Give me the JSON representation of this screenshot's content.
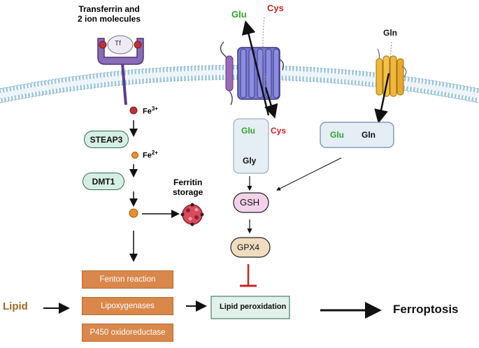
{
  "transferrin_label_line1": "Transferrin and",
  "transferrin_label_line2": "2 ion molecules",
  "tf_label": "Tf",
  "fe3_label": "Fe",
  "fe3_sup": "3+",
  "fe2_label": "Fe",
  "fe2_sup": "2+",
  "steap3_label": "STEAP3",
  "dmt1_label": "DMT1",
  "ferritin_label_line1": "Ferritin",
  "ferritin_label_line2": "storage",
  "glu_top_label": "Glu",
  "cys_top_label": "Cys",
  "gln_top_label": "Gln",
  "cell_glu_label": "Glu",
  "cell_cys_label": "Cys",
  "cell_gly_label": "Gly",
  "gln_box_glu": "Glu",
  "gln_box_gln": "Gln",
  "gsh_label": "GSH",
  "gpx4_label": "GPX4",
  "fenton_label": "Fenton reaction",
  "lipoxygenases_label": "Lipoxygenases",
  "p450_label": "P450 oxidoreductase",
  "lipid_label": "Lipid",
  "lipid_peroxidation_label": "Lipid peroxidation",
  "ferroptosis_label": "Ferroptosis",
  "colors": {
    "glu_green": "#2aa52a",
    "cys_red": "#cc2222",
    "lipid_brown": "#9a6a2a",
    "orange_box": "#d9874a",
    "inhibit_red": "#cc2222"
  }
}
